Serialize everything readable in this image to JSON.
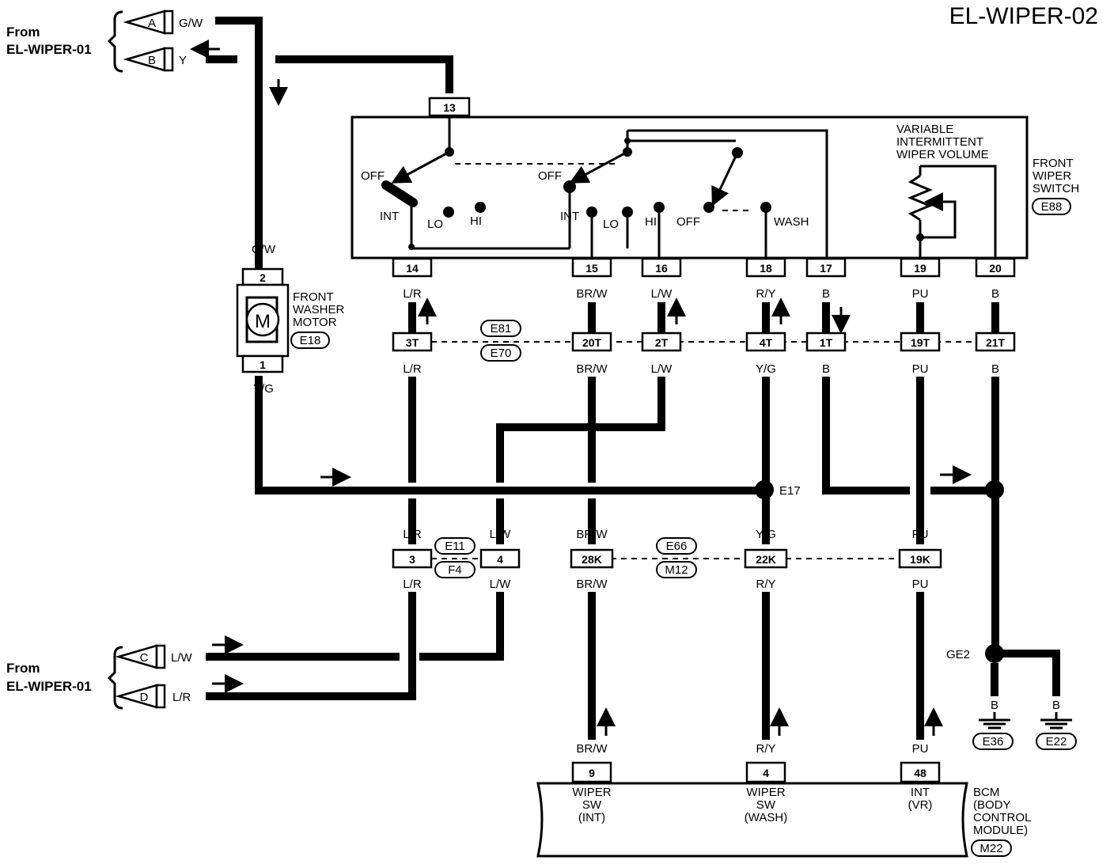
{
  "title": "EL-WIPER-02",
  "from_top": {
    "line1": "From",
    "line2": "EL-WIPER-01",
    "conn_a": {
      "letter": "A",
      "color": "G/W"
    },
    "conn_b": {
      "letter": "B",
      "color": "Y"
    }
  },
  "from_bottom": {
    "line1": "From",
    "line2": "EL-WIPER-01",
    "conn_c": {
      "letter": "C",
      "color": "L/W"
    },
    "conn_d": {
      "letter": "D",
      "color": "L/R"
    }
  },
  "motor": {
    "symbol": "M",
    "line1": "FRONT",
    "line2": "WASHER",
    "line3": "MOTOR",
    "connector": "E18",
    "pin_top": "2",
    "pin_bottom": "1",
    "wire_top": "G/W",
    "wire_bottom": "Y/G"
  },
  "wiper_switch": {
    "line1": "FRONT",
    "line2": "WIPER",
    "line3": "SWITCH",
    "connector": "E88",
    "top_pin": "13",
    "top_wire": "Y",
    "volume_line1": "VARIABLE",
    "volume_line2": "INTERMITTENT",
    "volume_line3": "WIPER VOLUME",
    "positions": {
      "off1": "OFF",
      "int1": "INT",
      "lo1": "LO",
      "hi1": "HI",
      "off2": "OFF",
      "int2": "INT",
      "lo2": "LO",
      "hi2": "HI",
      "off3": "OFF",
      "wash": "WASH"
    }
  },
  "columns": [
    {
      "sw_pin": "14",
      "wire1": "L/R",
      "mid_pin": "3T",
      "wire2": "L/R"
    },
    {
      "sw_pin": "15",
      "wire1": "BR/W",
      "mid_pin": "20T",
      "wire2": "BR/W"
    },
    {
      "sw_pin": "16",
      "wire1": "L/W",
      "mid_pin": "2T",
      "wire2": "L/W"
    },
    {
      "sw_pin": "18",
      "wire1": "R/Y",
      "mid_pin": "4T",
      "wire2": "Y/G"
    },
    {
      "sw_pin": "17",
      "wire1": "B",
      "mid_pin": "1T",
      "wire2": "B"
    },
    {
      "sw_pin": "19",
      "wire1": "PU",
      "mid_pin": "19T",
      "wire2": "PU"
    },
    {
      "sw_pin": "20",
      "wire1": "B",
      "mid_pin": "21T",
      "wire2": "B"
    }
  ],
  "mid_connectors": {
    "upper": "E81",
    "lower": "E70"
  },
  "splice_e17": "E17",
  "lower_connectors": {
    "left_upper": "E11",
    "left_lower": "F4",
    "right_upper": "E66",
    "right_lower": "M12",
    "pins": [
      {
        "pin": "3",
        "wire_top": "L/R",
        "wire_bottom": "L/R"
      },
      {
        "pin": "4",
        "wire_top": "L/W",
        "wire_bottom": "L/W"
      },
      {
        "pin": "28K",
        "wire_top": "BR/W",
        "wire_bottom": "BR/W"
      },
      {
        "pin": "22K",
        "wire_top": "Y/G",
        "wire_bottom": "R/Y"
      },
      {
        "pin": "19K",
        "wire_top": "PU",
        "wire_bottom": "PU"
      }
    ]
  },
  "ground": {
    "splice": "GE2",
    "g1_wire": "B",
    "g1": "E36",
    "g2_wire": "B",
    "g2": "E22"
  },
  "bcm": {
    "line1": "BCM",
    "line2": "(BODY",
    "line3": "CONTROL",
    "line4": "MODULE)",
    "connector": "M22",
    "pins": [
      {
        "wire": "BR/W",
        "pin": "9",
        "l1": "WIPER",
        "l2": "SW",
        "l3": "(INT)"
      },
      {
        "wire": "R/Y",
        "pin": "4",
        "l1": "WIPER",
        "l2": "SW",
        "l3": "(WASH)"
      },
      {
        "wire": "PU",
        "pin": "48",
        "l1": "INT",
        "l2": "(VR)",
        "l3": ""
      }
    ]
  }
}
